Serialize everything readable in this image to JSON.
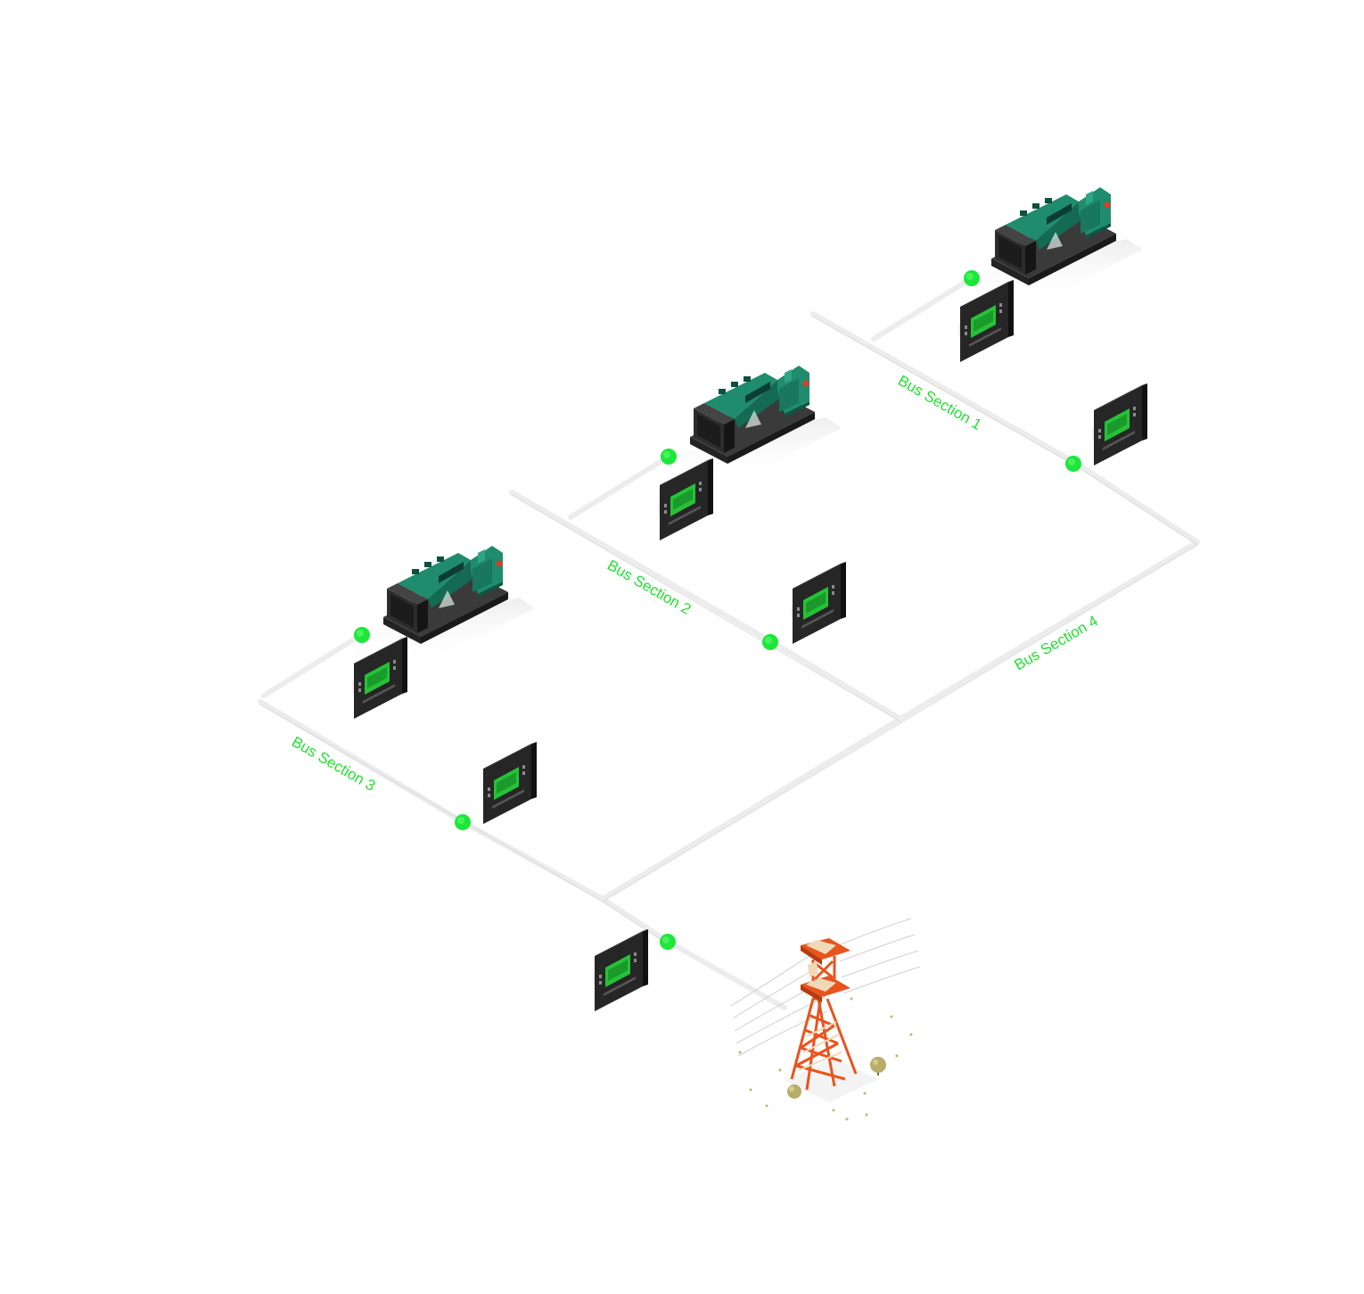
{
  "colors": {
    "background": "#ffffff",
    "bus_line": "#e6e6e6",
    "breaker_node": "#1ee63a",
    "label_text": "#22e032",
    "controller_body": "#2b2b2b",
    "controller_screen": "#27c93f",
    "genset_body": "#1f8c6e",
    "genset_base": "#3a3a3a",
    "tower_orange": "#e8541e",
    "tower_cream": "#efd9b8"
  },
  "bus_sections": [
    {
      "id": "bus-1",
      "label": "Bus Section 1"
    },
    {
      "id": "bus-2",
      "label": "Bus Section 2"
    },
    {
      "id": "bus-3",
      "label": "Bus Section 3"
    },
    {
      "id": "bus-4",
      "label": "Bus Section 4"
    }
  ],
  "generators": [
    {
      "id": "genset-1",
      "icon": "generator-icon"
    },
    {
      "id": "genset-2",
      "icon": "generator-icon"
    },
    {
      "id": "genset-3",
      "icon": "generator-icon"
    }
  ],
  "controllers": [
    {
      "id": "gen-controller-1",
      "icon": "controller-icon"
    },
    {
      "id": "gen-controller-2",
      "icon": "controller-icon"
    },
    {
      "id": "gen-controller-3",
      "icon": "controller-icon"
    },
    {
      "id": "bus-tie-controller-1",
      "icon": "controller-icon"
    },
    {
      "id": "bus-tie-controller-2",
      "icon": "controller-icon"
    },
    {
      "id": "bus-tie-controller-3",
      "icon": "controller-icon"
    },
    {
      "id": "mains-controller",
      "icon": "controller-icon"
    }
  ],
  "mains": {
    "icon": "transmission-tower-icon"
  }
}
